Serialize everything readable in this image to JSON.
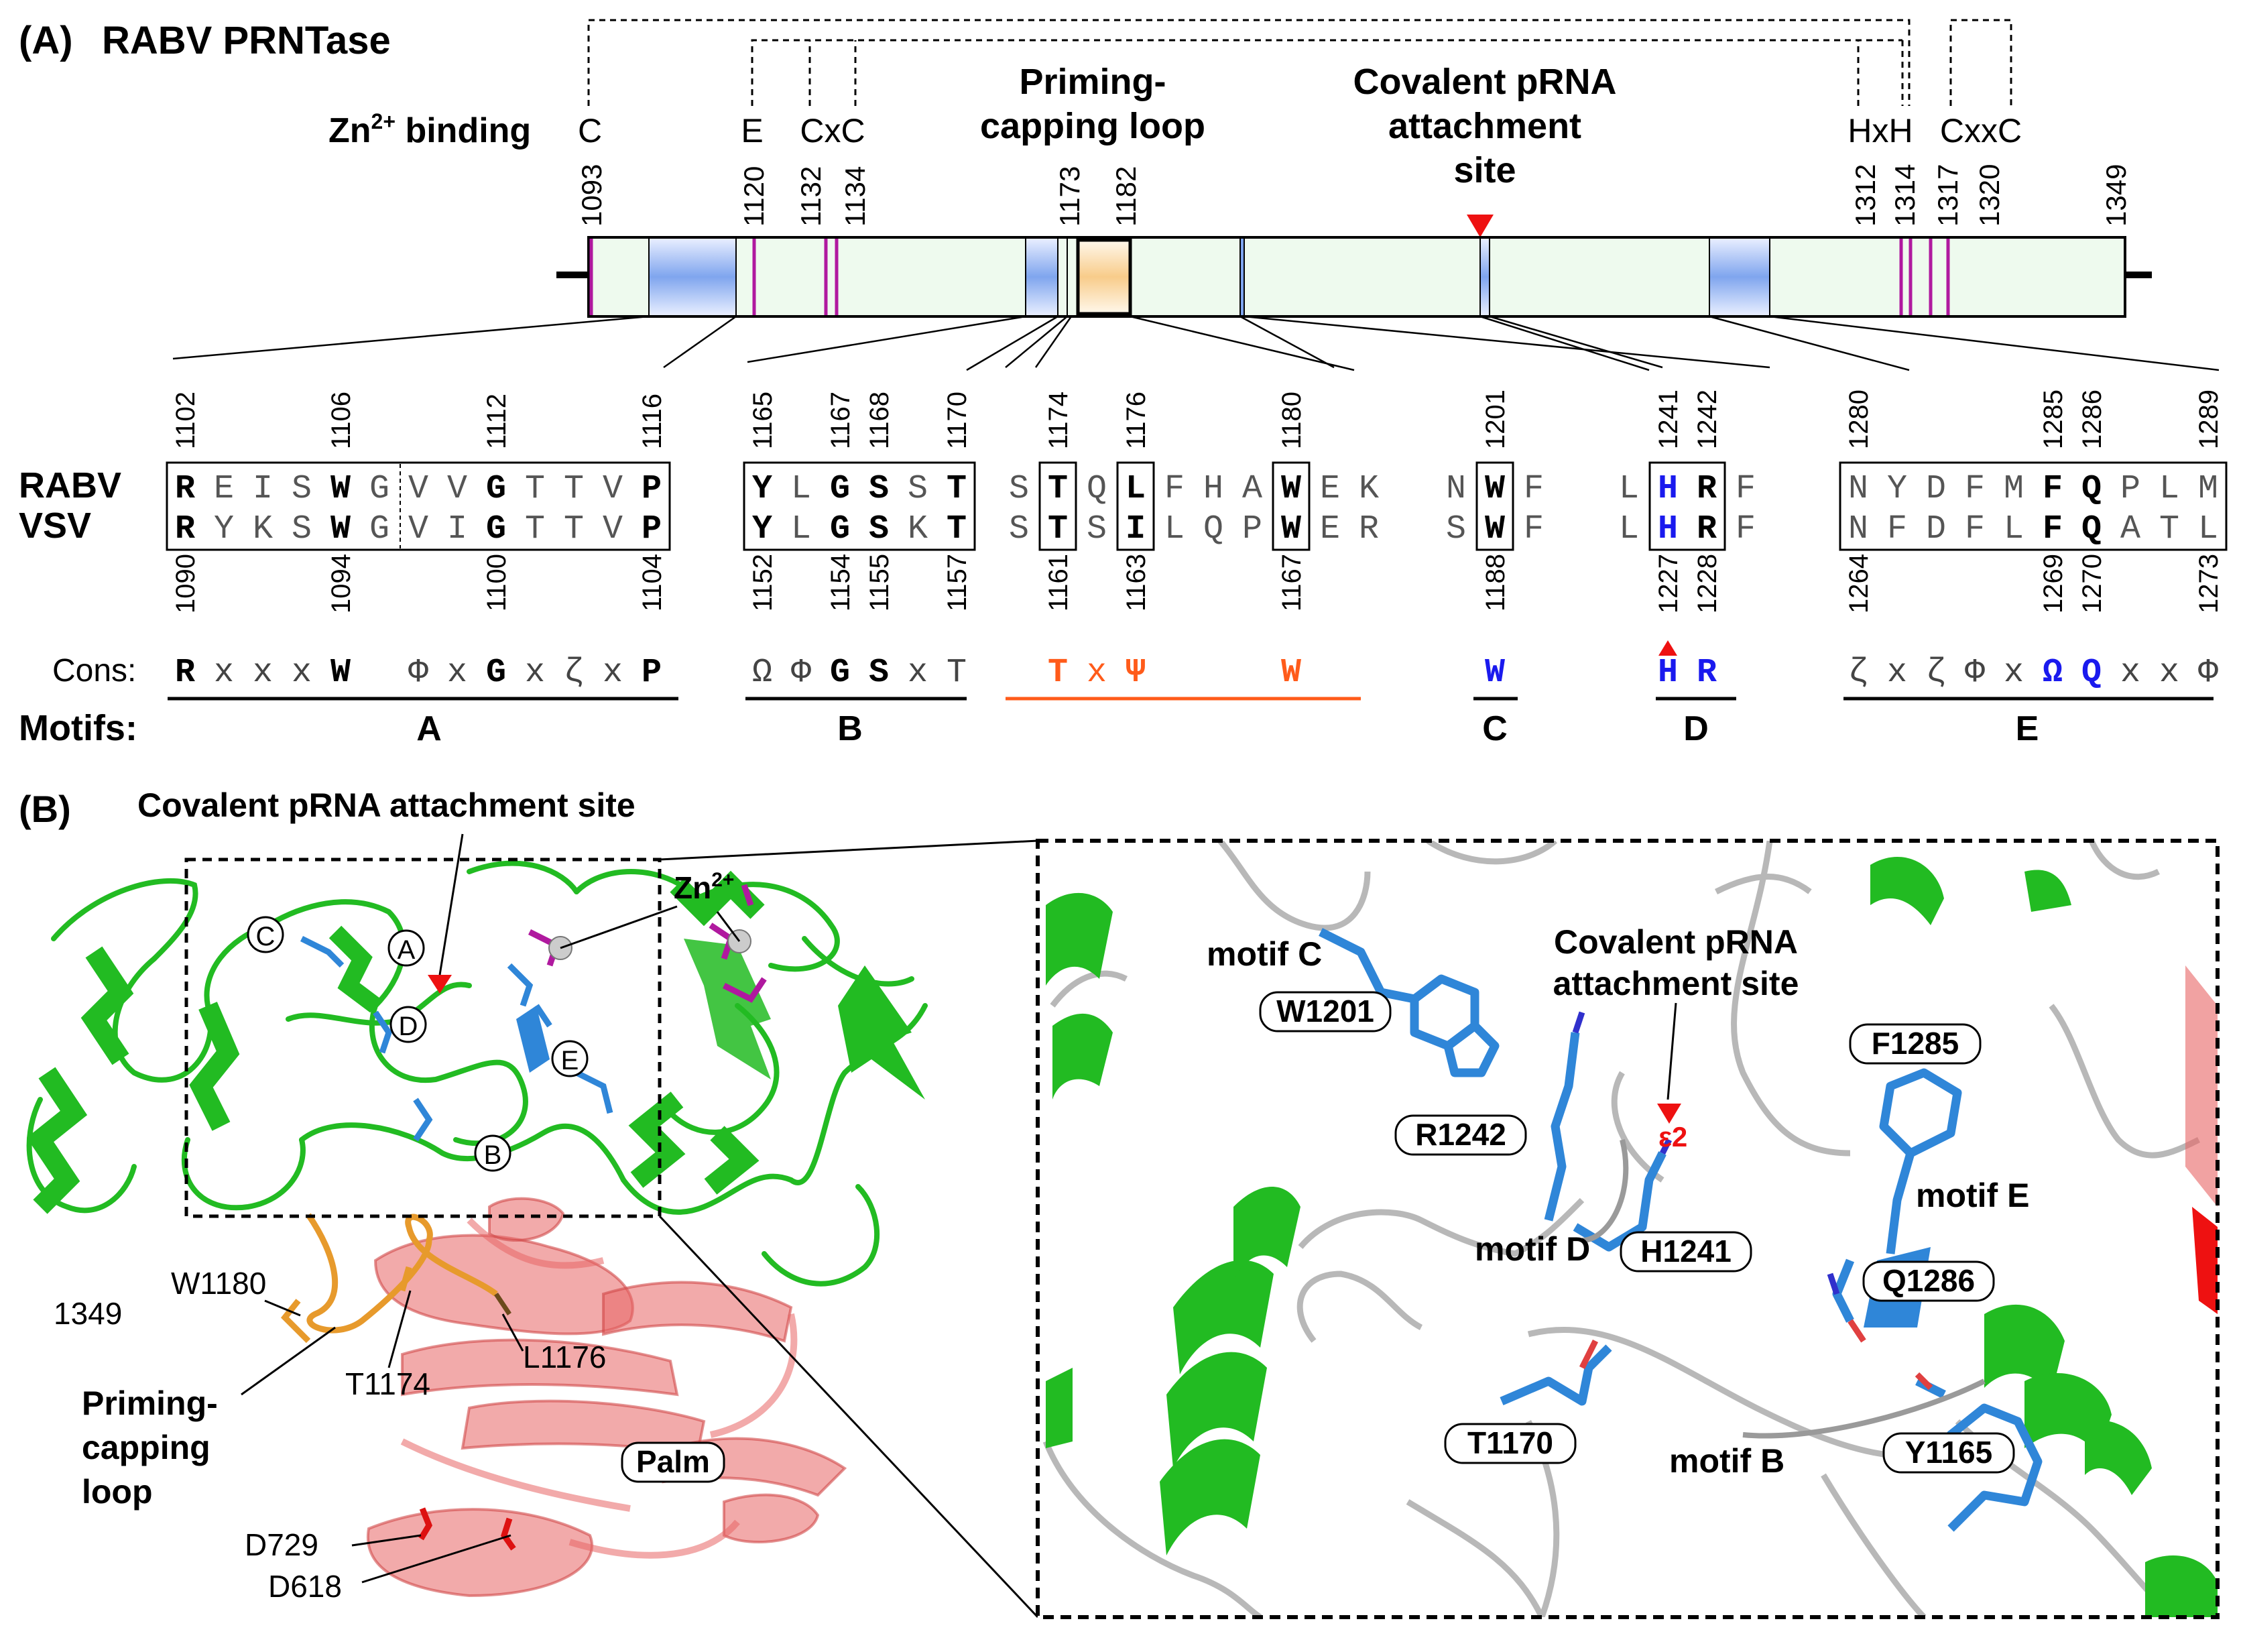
{
  "panelA": {
    "label": "(A)",
    "title": "RABV PRNTase",
    "zn_label": "Zn",
    "zn_sup": "2+",
    "zn_suffix": " binding",
    "zn_residues": [
      "C",
      "E",
      "CxC",
      "HxH",
      "CxxC"
    ],
    "loop_label": [
      "Priming-",
      "capping loop"
    ],
    "covalent_label": [
      "Covalent pRNA",
      "attachment",
      "site"
    ],
    "bar_positions": [
      "1093",
      "1120",
      "1132",
      "1134",
      "1173",
      "1182",
      "1312",
      "1314",
      "1317",
      "1320",
      "1349"
    ],
    "row_labels": [
      "RABV",
      "VSV"
    ],
    "cons_label": "Cons:",
    "motifs_label": "Motifs:",
    "motifs": [
      "A",
      "B",
      "C",
      "D",
      "E"
    ],
    "blockA": {
      "top_nums": [
        "1102",
        "1106",
        "1112",
        "1116"
      ],
      "bot_nums": [
        "1090",
        "1094",
        "1100",
        "1104"
      ],
      "rabv": [
        "R",
        "E",
        "I",
        "S",
        "W",
        "G",
        "V",
        "V",
        "G",
        "T",
        "T",
        "V",
        "P"
      ],
      "vsv": [
        "R",
        "Y",
        "K",
        "S",
        "W",
        "G",
        "V",
        "I",
        "G",
        "T",
        "T",
        "V",
        "P"
      ],
      "cons": [
        "R",
        "x",
        "x",
        "x",
        "W",
        "Φ",
        "x",
        "G",
        "x",
        "ζ",
        "x",
        "P"
      ]
    },
    "blockB": {
      "top_nums": [
        "1165",
        "1167",
        "1168",
        "1170"
      ],
      "bot_nums": [
        "1152",
        "1154",
        "1155",
        "1157"
      ],
      "rabv": [
        "Y",
        "L",
        "G",
        "S",
        "S",
        "T"
      ],
      "vsv": [
        "Y",
        "L",
        "G",
        "S",
        "K",
        "T"
      ],
      "cons": [
        "Ω",
        "Φ",
        "G",
        "S",
        "x",
        "T"
      ]
    },
    "blockL": {
      "top_nums": [
        "1174",
        "1176",
        "1180"
      ],
      "bot_nums": [
        "1161",
        "1163",
        "1167"
      ],
      "rabv": [
        "S",
        "T",
        "Q",
        "L",
        "F",
        "H",
        "A",
        "W",
        "E",
        "K"
      ],
      "vsv": [
        "S",
        "T",
        "S",
        "I",
        "L",
        "Q",
        "P",
        "W",
        "E",
        "R"
      ],
      "cons": [
        "T",
        "x",
        "Ψ",
        "W"
      ]
    },
    "blockC": {
      "top_nums": [
        "1201"
      ],
      "bot_nums": [
        "1188"
      ],
      "rabv": [
        "N",
        "W",
        "F"
      ],
      "vsv": [
        "S",
        "W",
        "F"
      ],
      "cons": [
        "W"
      ]
    },
    "blockD": {
      "top_nums": [
        "1241",
        "1242"
      ],
      "bot_nums": [
        "1227",
        "1228"
      ],
      "rabv": [
        "L",
        "H",
        "R",
        "F"
      ],
      "vsv": [
        "L",
        "H",
        "R",
        "F"
      ],
      "cons": [
        "H",
        "R"
      ]
    },
    "blockE": {
      "top_nums": [
        "1280",
        "1285",
        "1286",
        "1289"
      ],
      "bot_nums": [
        "1264",
        "1269",
        "1270",
        "1273"
      ],
      "rabv": [
        "N",
        "Y",
        "D",
        "F",
        "M",
        "F",
        "Q",
        "P",
        "L",
        "M"
      ],
      "vsv": [
        "N",
        "F",
        "D",
        "F",
        "L",
        "F",
        "Q",
        "A",
        "T",
        "L"
      ],
      "cons": [
        "ζ",
        "x",
        "ζ",
        "Φ",
        "x",
        "Ω",
        "Q",
        "x",
        "x",
        "Φ"
      ]
    }
  },
  "panelB": {
    "label": "(B)",
    "covalent_label": "Covalent pRNA attachment site",
    "zn_label": "Zn",
    "zn_sup": "2+",
    "motif_circles": [
      "A",
      "B",
      "C",
      "D",
      "E"
    ],
    "left_labels": [
      "1349",
      "W1180",
      "T1174",
      "L1176",
      "Priming-",
      "capping",
      "loop",
      "D729",
      "D618"
    ],
    "palm_label": "Palm",
    "zoom": {
      "motif_c": "motif C",
      "motif_d": "motif D",
      "motif_e": "motif E",
      "motif_b": "motif B",
      "covalent": [
        "Covalent pRNA",
        "attachment site"
      ],
      "epsilon": "ε2",
      "residues": [
        "W1201",
        "R1242",
        "H1241",
        "F1285",
        "Q1286",
        "T1170",
        "Y1165"
      ]
    }
  },
  "colors": {
    "protein_green": "#22bb22",
    "palm_red": "#e86464",
    "motif_blue": "#2f86d8",
    "loop_orange": "#e79a2c",
    "zinc_magenta": "#b0199f",
    "cons_blue": "#1a1aee",
    "cons_orange": "#ff5b1a",
    "arrow_red": "#ee1111"
  }
}
